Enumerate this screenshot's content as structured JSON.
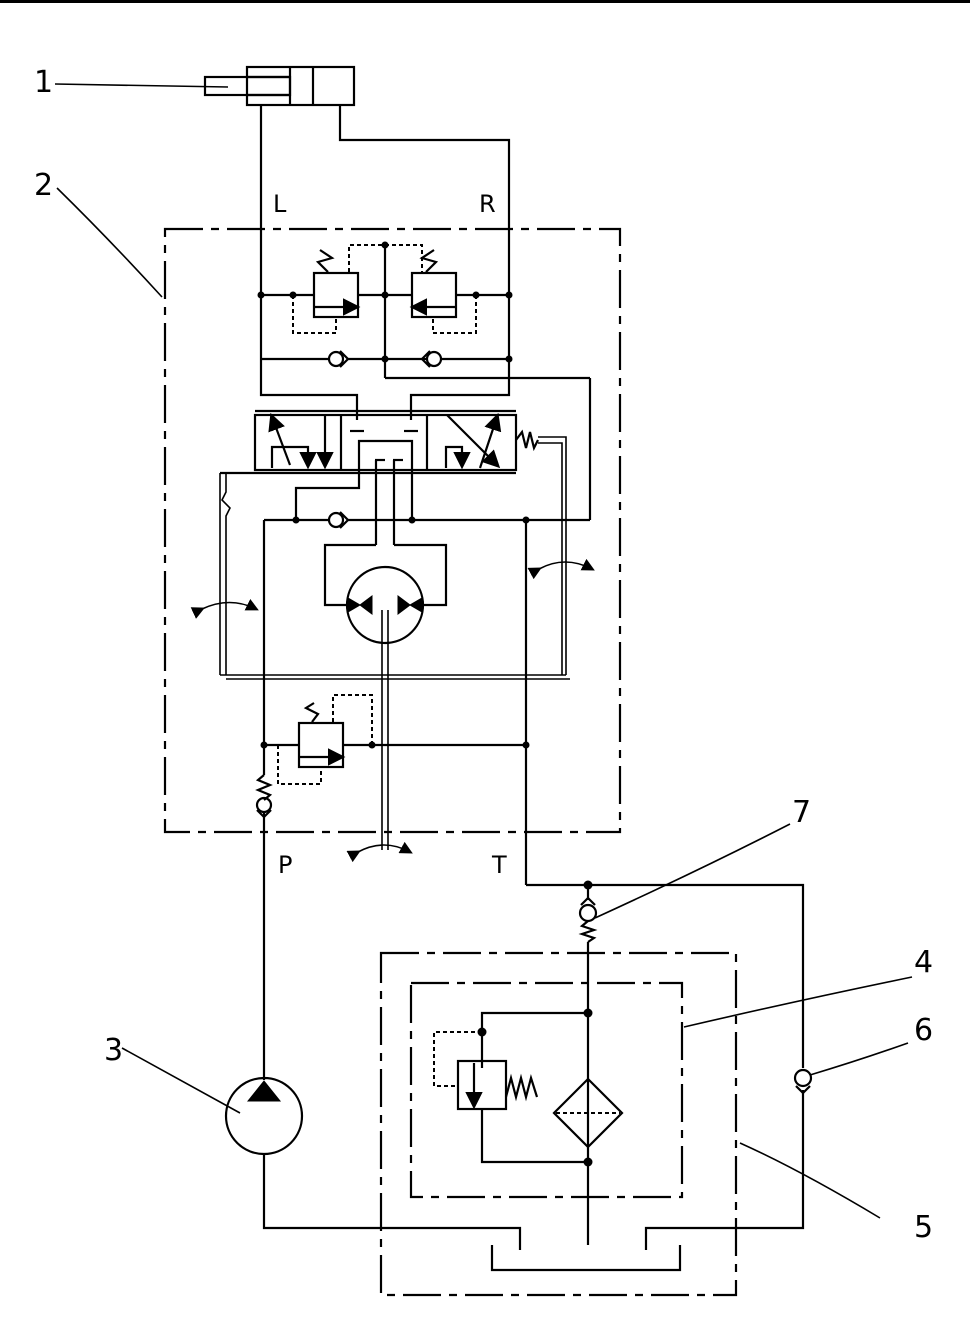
{
  "diagram": {
    "type": "hydraulic-schematic",
    "callouts": [
      {
        "id": "1",
        "label": "1",
        "target": "steering-cylinder"
      },
      {
        "id": "2",
        "label": "2",
        "target": "steering-control-unit"
      },
      {
        "id": "3",
        "label": "3",
        "target": "pump"
      },
      {
        "id": "4",
        "label": "4",
        "target": "filter-assembly"
      },
      {
        "id": "5",
        "label": "5",
        "target": "tank-assembly"
      },
      {
        "id": "6",
        "label": "6",
        "target": "check-valve"
      },
      {
        "id": "7",
        "label": "7",
        "target": "spring-check-valve"
      }
    ],
    "ports": {
      "left": "L",
      "right": "R",
      "pressure": "P",
      "tank": "T"
    }
  }
}
